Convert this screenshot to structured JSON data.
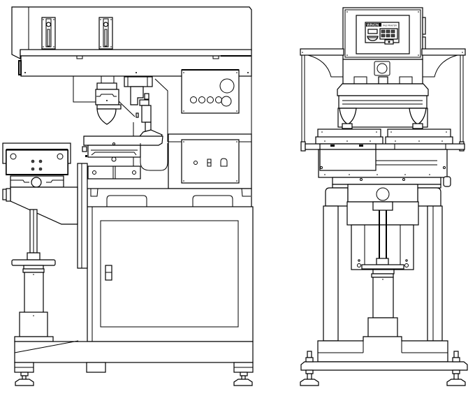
{
  "drawing": {
    "title": "Pad printing machine — side and front elevation",
    "views": [
      "side-view",
      "front-view"
    ],
    "front_view": {
      "control_panel": {
        "brand": "WINON",
        "subtitle": "PAD PRINTER"
      }
    },
    "colors": {
      "line": "#000000",
      "background": "#ffffff"
    }
  }
}
